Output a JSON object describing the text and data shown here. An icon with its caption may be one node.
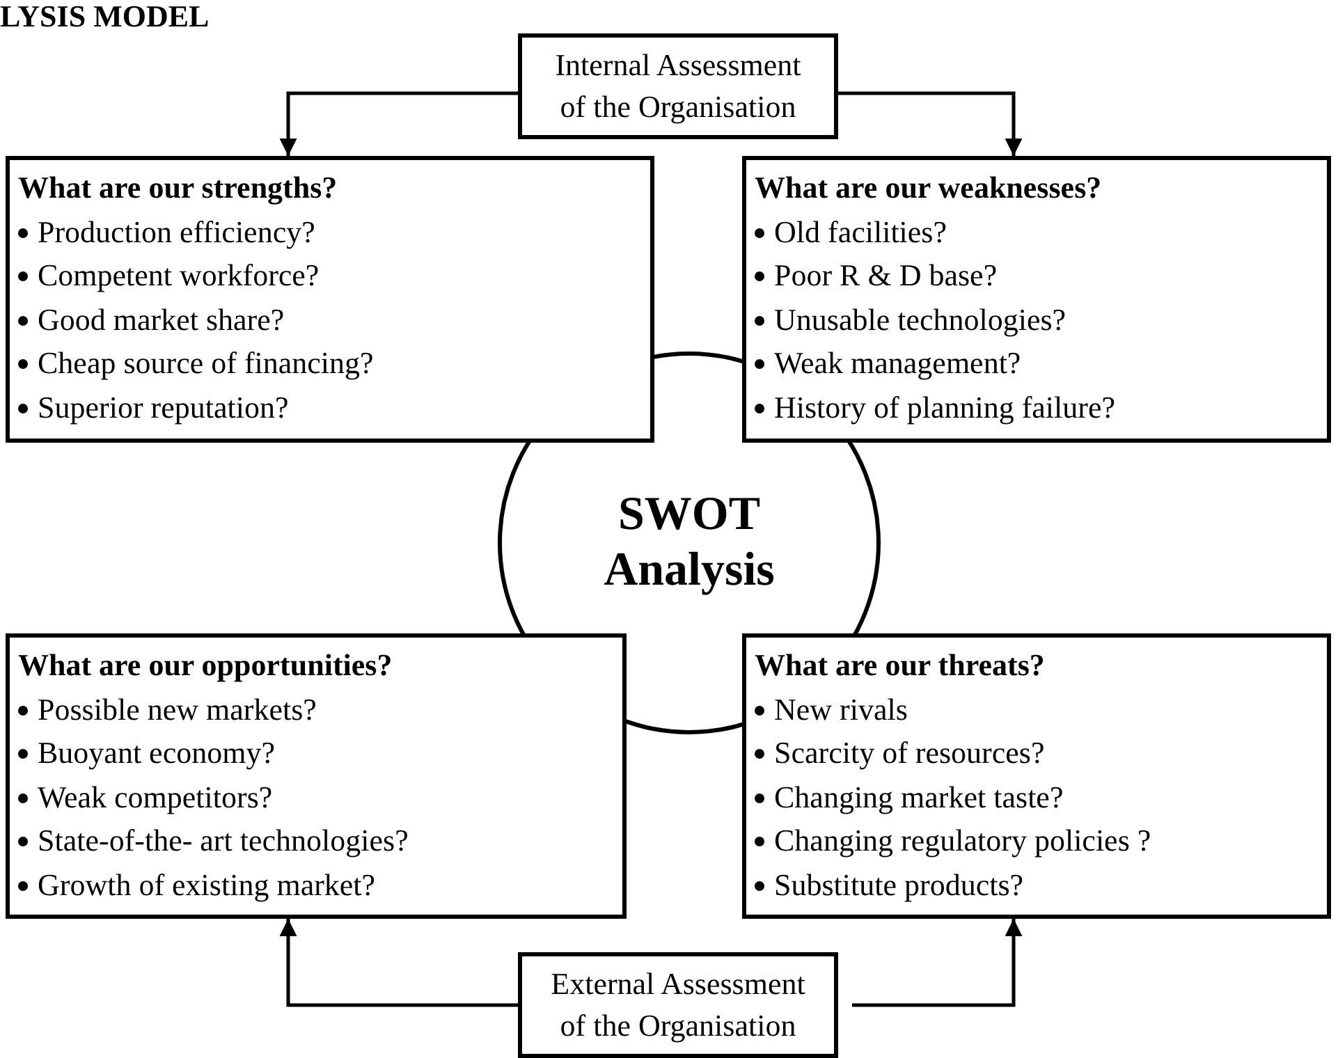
{
  "diagram": {
    "title": "LYSIS MODEL",
    "nodes": [
      {
        "text": [
          "Internal Assessment of the Organisation"
        ]
      },
      {
        "text": [
          "What are our strengths?",
          "Production efficiency?",
          "Competent workforce?",
          "Good market share?",
          "Cheap source of financing?",
          "Superior reputation?"
        ]
      },
      {
        "text": [
          "What are our weaknesses?",
          "Old facilities?",
          "Poor R & D base?",
          "Unusable technologies?",
          "Weak management?",
          "History of planning failure?"
        ]
      },
      {
        "text": [
          "SWOT Analysis"
        ]
      },
      {
        "text": [
          "What are our opportunities?",
          "Possible new markets?",
          "Buoyant economy?",
          "Weak competitors?",
          "State-of-the- art technologies?",
          "Growth of existing market?"
        ]
      },
      {
        "text": [
          "What are our threats?",
          "New rivals",
          "Scarcity of resources?",
          "Changing market taste?",
          "Changing regulatory policies ?",
          "Substitute products?"
        ]
      },
      {
        "text": [
          "External Assessment of the Organisation"
        ]
      }
    ],
    "edges": [
      {
        "from": 0,
        "to": 1,
        "arrow": "to"
      },
      {
        "from": 0,
        "to": 2,
        "arrow": "to"
      },
      {
        "from": 6,
        "to": 4,
        "arrow": "to"
      },
      {
        "from": 6,
        "to": 5,
        "arrow": "to"
      }
    ]
  }
}
